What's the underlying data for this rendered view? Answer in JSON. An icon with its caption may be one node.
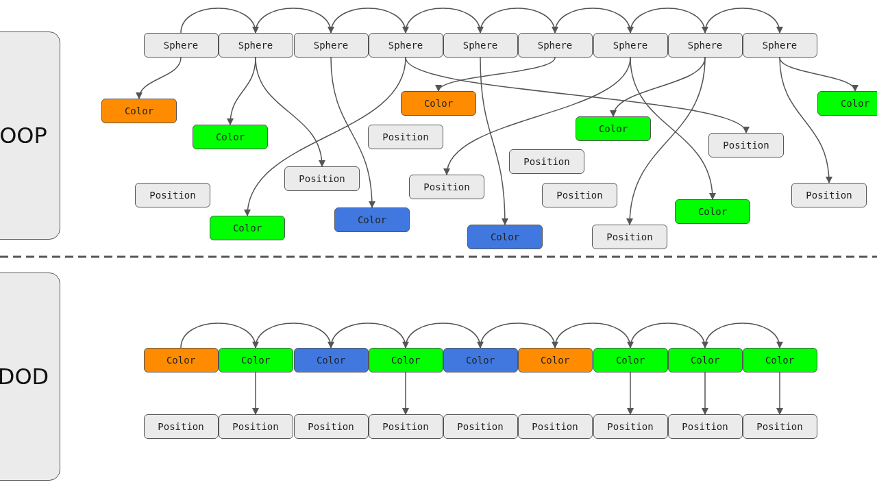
{
  "diagram": {
    "nodes": [
      {
        "text": [
          "OOP"
        ]
      },
      {
        "text": [
          "Sphere"
        ]
      },
      {
        "text": [
          "Sphere"
        ]
      },
      {
        "text": [
          "Sphere"
        ]
      },
      {
        "text": [
          "Sphere"
        ]
      },
      {
        "text": [
          "Sphere"
        ]
      },
      {
        "text": [
          "Sphere"
        ]
      },
      {
        "text": [
          "Sphere"
        ]
      },
      {
        "text": [
          "Sphere"
        ]
      },
      {
        "text": [
          "Sphere"
        ]
      },
      {
        "text": [
          "Color"
        ]
      },
      {
        "text": [
          "Color"
        ]
      },
      {
        "text": [
          "Color"
        ]
      },
      {
        "text": [
          "Color"
        ]
      },
      {
        "text": [
          "Color"
        ]
      },
      {
        "text": [
          "Position"
        ]
      },
      {
        "text": [
          "Position"
        ]
      },
      {
        "text": [
          "Position"
        ]
      },
      {
        "text": [
          "Position"
        ]
      },
      {
        "text": [
          "Position"
        ]
      },
      {
        "text": [
          "Position"
        ]
      },
      {
        "text": [
          "Position"
        ]
      },
      {
        "text": [
          "Position"
        ]
      },
      {
        "text": [
          "Color"
        ]
      },
      {
        "text": [
          "Color"
        ]
      },
      {
        "text": [
          "Color"
        ]
      },
      {
        "text": [
          "Color"
        ]
      },
      {
        "text": [
          "Position"
        ]
      },
      {
        "text": [
          "DOD"
        ]
      },
      {
        "text": [
          "Color"
        ]
      },
      {
        "text": [
          "Color"
        ]
      },
      {
        "text": [
          "Color"
        ]
      },
      {
        "text": [
          "Color"
        ]
      },
      {
        "text": [
          "Color"
        ]
      },
      {
        "text": [
          "Color"
        ]
      },
      {
        "text": [
          "Color"
        ]
      },
      {
        "text": [
          "Color"
        ]
      },
      {
        "text": [
          "Color"
        ]
      },
      {
        "text": [
          "Position"
        ]
      },
      {
        "text": [
          "Position"
        ]
      },
      {
        "text": [
          "Position"
        ]
      },
      {
        "text": [
          "Position"
        ]
      },
      {
        "text": [
          "Position"
        ]
      },
      {
        "text": [
          "Position"
        ]
      },
      {
        "text": [
          "Position"
        ]
      },
      {
        "text": [
          "Position"
        ]
      },
      {
        "text": [
          "Position"
        ]
      }
    ],
    "edges": [
      {
        "from": 1,
        "to": 2,
        "arrow": "to"
      },
      {
        "from": 2,
        "to": 3,
        "arrow": "to"
      },
      {
        "from": 3,
        "to": 4,
        "arrow": "to"
      },
      {
        "from": 4,
        "to": 5,
        "arrow": "to"
      },
      {
        "from": 5,
        "to": 6,
        "arrow": "to"
      },
      {
        "from": 6,
        "to": 7,
        "arrow": "to"
      },
      {
        "from": 7,
        "to": 8,
        "arrow": "to"
      },
      {
        "from": 8,
        "to": 9,
        "arrow": "to"
      },
      {
        "from": 1,
        "to": 10,
        "arrow": "to"
      },
      {
        "from": 2,
        "to": 14,
        "arrow": "to"
      },
      {
        "from": 2,
        "to": 18,
        "arrow": "to"
      },
      {
        "from": 3,
        "to": 24,
        "arrow": "to"
      },
      {
        "from": 4,
        "to": 25,
        "arrow": "to"
      },
      {
        "from": 4,
        "to": 16,
        "arrow": "to"
      },
      {
        "from": 5,
        "to": 26,
        "arrow": "to"
      },
      {
        "from": 6,
        "to": 11,
        "arrow": "to"
      },
      {
        "from": 7,
        "to": 19,
        "arrow": "to"
      },
      {
        "from": 7,
        "to": 23,
        "arrow": "to"
      },
      {
        "from": 8,
        "to": 13,
        "arrow": "to"
      },
      {
        "from": 8,
        "to": 27,
        "arrow": "to"
      },
      {
        "from": 9,
        "to": 12,
        "arrow": "to"
      },
      {
        "from": 9,
        "to": 22,
        "arrow": "to"
      },
      {
        "from": 29,
        "to": 30,
        "arrow": "to"
      },
      {
        "from": 30,
        "to": 31,
        "arrow": "to"
      },
      {
        "from": 31,
        "to": 32,
        "arrow": "to"
      },
      {
        "from": 32,
        "to": 33,
        "arrow": "to"
      },
      {
        "from": 33,
        "to": 34,
        "arrow": "to"
      },
      {
        "from": 34,
        "to": 35,
        "arrow": "to"
      },
      {
        "from": 35,
        "to": 36,
        "arrow": "to"
      },
      {
        "from": 36,
        "to": 37,
        "arrow": "to"
      },
      {
        "from": 30,
        "to": 39,
        "arrow": "to"
      },
      {
        "from": 32,
        "to": 41,
        "arrow": "to"
      },
      {
        "from": 35,
        "to": 44,
        "arrow": "to"
      },
      {
        "from": 36,
        "to": 45,
        "arrow": "to"
      },
      {
        "from": 37,
        "to": 46,
        "arrow": "to"
      }
    ]
  }
}
